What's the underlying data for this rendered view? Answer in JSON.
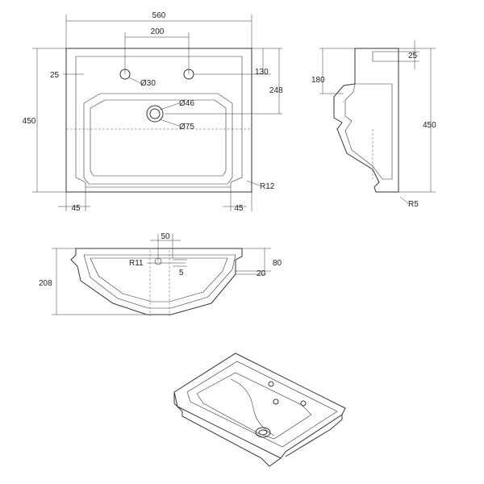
{
  "plan": {
    "width": "560",
    "tap_spacing": "200",
    "tap_hole_offset": "25",
    "depth": "450",
    "tap_hole_diameter": "Ø30",
    "waste_diameter": "Ø46",
    "waste_outer_diameter": "Ø75",
    "tap_to_edge": "130",
    "waste_to_edge": "248",
    "corner_radius": "R12",
    "chamfer_left": "45",
    "chamfer_right": "45"
  },
  "side": {
    "overflow_offset": "25",
    "overflow_height": "180",
    "depth": "450",
    "radius": "R5"
  },
  "section": {
    "tap_offset": "50",
    "radius": "R11",
    "overflow": "5",
    "rim_height": "80",
    "ledge": "20",
    "height": "208"
  }
}
